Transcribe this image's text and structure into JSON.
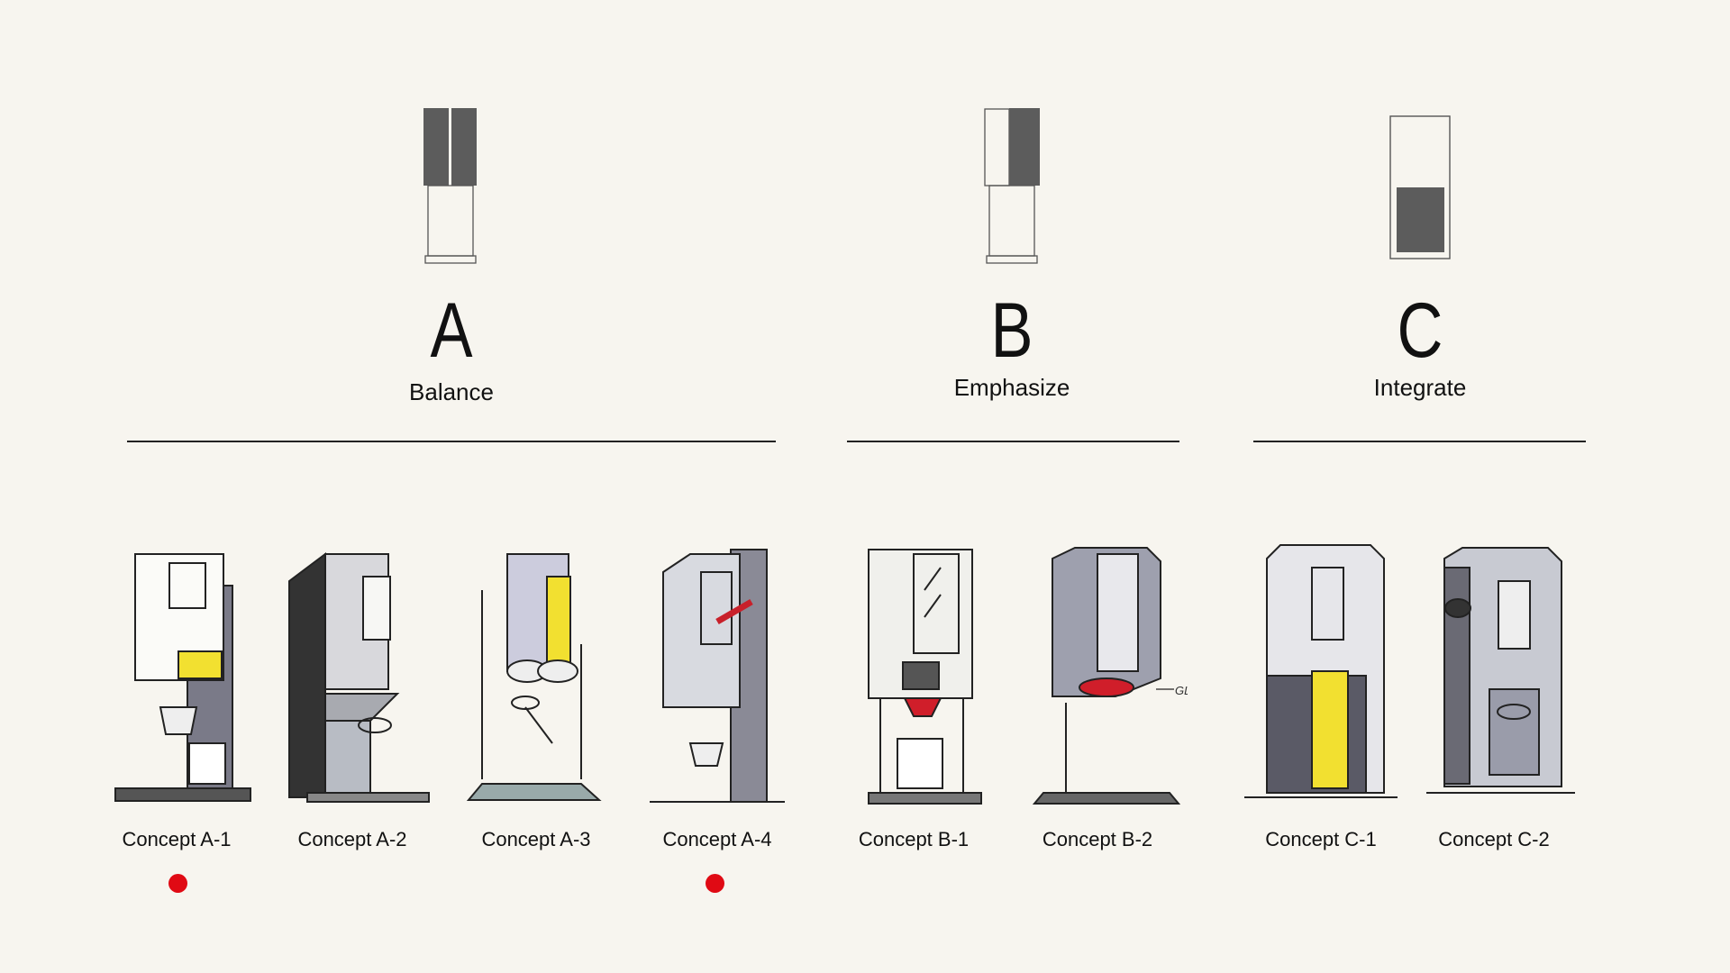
{
  "groups": [
    {
      "letter": "A",
      "name": "Balance"
    },
    {
      "letter": "B",
      "name": "Emphasize"
    },
    {
      "letter": "C",
      "name": "Integrate"
    }
  ],
  "concepts": [
    {
      "label": "Concept A-1",
      "selected": true
    },
    {
      "label": "Concept A-2",
      "selected": false
    },
    {
      "label": "Concept A-3",
      "selected": false
    },
    {
      "label": "Concept A-4",
      "selected": true
    },
    {
      "label": "Concept B-1",
      "selected": false
    },
    {
      "label": "Concept B-2",
      "selected": false
    },
    {
      "label": "Concept C-1",
      "selected": false
    },
    {
      "label": "Concept C-2",
      "selected": false
    }
  ],
  "sketch_annotation": "GLASS",
  "colors": {
    "background": "#f7f5ef",
    "fill_dark": "#5c5c5c",
    "accent_red": "#e00a14",
    "sketch_yellow": "#f2e030"
  }
}
